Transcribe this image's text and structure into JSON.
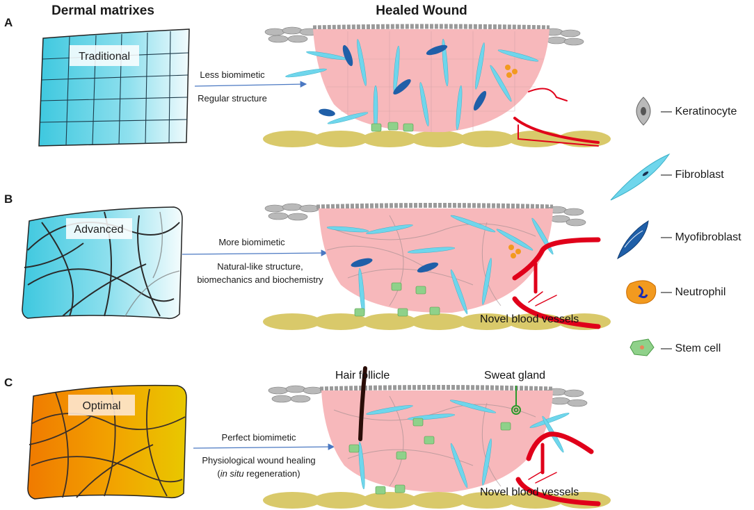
{
  "headers": {
    "left": "Dermal matrixes",
    "right": "Healed Wound"
  },
  "colors": {
    "wound": "#f7b8bb",
    "fat": "#d9c96a",
    "fibroblast": "#6fd6ec",
    "vessel": "#e0001a",
    "keratinocyte": "#b9b9b9",
    "stem": "#8fd18a"
  },
  "panels": [
    {
      "letter": "A",
      "matrix_label": "Traditional",
      "arrow_lines": [
        "Less biomimetic",
        "Regular structure"
      ],
      "annotations": []
    },
    {
      "letter": "B",
      "matrix_label": "Advanced",
      "arrow_lines": [
        "More biomimetic",
        "Natural-like structure,",
        "biomechanics and biochemistry"
      ],
      "annotations": [
        "Novel blood vessels"
      ]
    },
    {
      "letter": "C",
      "matrix_label": "Optimal",
      "arrow_lines": [
        "Perfect biomimetic",
        "Physiological wound healing"
      ],
      "arrow_last": {
        "prefix": "(",
        "italic": "in situ",
        "suffix": " regeneration)"
      },
      "annotations": [
        "Hair follicle",
        "Sweat gland",
        "Novel blood vessels"
      ]
    }
  ],
  "legend": [
    {
      "icon": "keratinocyte-icon",
      "label": "— Keratinocyte"
    },
    {
      "icon": "fibroblast-icon",
      "label": "— Fibroblast"
    },
    {
      "icon": "myofibroblast-icon",
      "label": "— Myofibroblast"
    },
    {
      "icon": "neutrophil-icon",
      "label": "— Neutrophil"
    },
    {
      "icon": "stem-cell-icon",
      "label": "— Stem cell"
    }
  ]
}
